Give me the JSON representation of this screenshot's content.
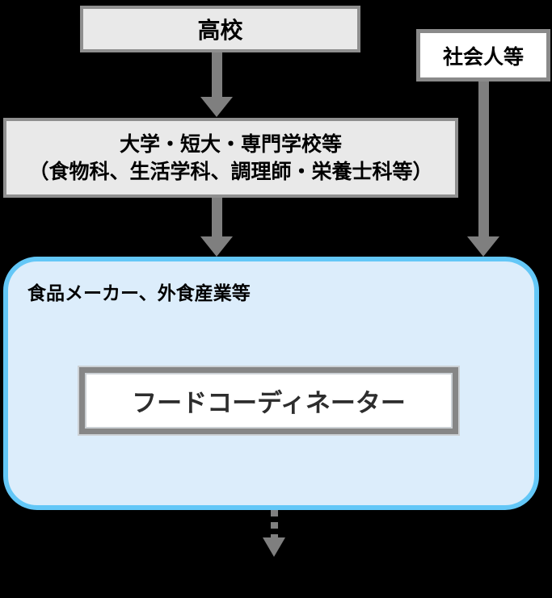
{
  "nodes": {
    "highschool": {
      "label": "高校"
    },
    "adults": {
      "label": "社会人等"
    },
    "university": {
      "line1": "大学・短大・専門学校等",
      "line2": "（食物科、生活学科、調理師・栄養士科等）"
    },
    "industry": {
      "label": "食品メーカー、外食産業等"
    },
    "coordinator": {
      "label": "フードコーディネーター"
    }
  },
  "colors": {
    "background": "#000000",
    "box_fill": "#e9e9e9",
    "box_border": "#8f8f8f",
    "white_fill": "#ffffff",
    "arrow": "#7f7f7f",
    "zone_border": "#63c7f7",
    "zone_fill": "#dcedfb",
    "text": "#000000",
    "coordinator_text": "#2d2d2d"
  }
}
